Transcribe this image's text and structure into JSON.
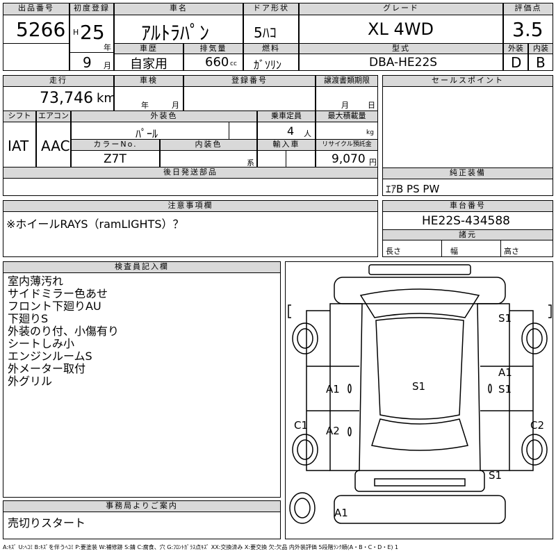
{
  "header": {
    "lot_label": "出品番号",
    "lot_number": "5266",
    "reg_label": "初度登録",
    "reg_era": "H",
    "reg_year": "25",
    "reg_year_unit": "年",
    "reg_month": "9",
    "reg_month_unit": "月",
    "car_name_label": "車名",
    "car_name": "ｱﾙﾄﾗﾊﾟﾝ",
    "door_label": "ドア形状",
    "door": "5ﾊｺ",
    "grade_label": "グレード",
    "grade": "XL 4WD",
    "score_label": "評価点",
    "score": "3.5",
    "history_label": "車歴",
    "history": "自家用",
    "displacement_label": "排気量",
    "displacement": "660",
    "displacement_unit": "cc",
    "fuel_label": "燃料",
    "fuel": "ｶﾞｿﾘﾝ",
    "model_label": "型式",
    "model": "DBA-HE22S",
    "exterior_label": "外装",
    "exterior_grade": "D",
    "interior_label": "内装",
    "interior_grade": "B"
  },
  "details": {
    "mileage_label": "走行",
    "mileage": "73,746",
    "mileage_unit": "km",
    "inspection_label": "車検",
    "inspection_year_unit": "年",
    "inspection_month_unit": "月",
    "plate_label": "登録番号",
    "transfer_label": "譲渡書類期限",
    "transfer_month_unit": "月",
    "transfer_day_unit": "日",
    "shift_label": "シフト",
    "shift": "IAT",
    "aircon_label": "エアコン",
    "aircon": "AAC",
    "color_label": "外装色",
    "color": "ﾊﾟｰﾙ",
    "seats_label": "乗車定員",
    "seats": "4",
    "seats_unit": "人",
    "load_label": "最大積載量",
    "load_unit": "kg",
    "color_no_label": "カラーNo.",
    "color_no": "Z7T",
    "interior_color_label": "内装色",
    "interior_color_unit": "系",
    "import_label": "輸入車",
    "recycle_label": "リサイクル預託金",
    "recycle": "9,070",
    "recycle_unit": "円",
    "later_parts_label": "後日発送部品"
  },
  "sales_points_label": "セールスポイント",
  "equipment_label": "純正装備",
  "equipment": "ｴｱB PS PW",
  "caution_label": "注意事項欄",
  "caution": "※ホイールRAYS（ramLIGHTS）？",
  "chassis_label": "車台番号",
  "chassis": "HE22S-434588",
  "specs_label": "諸元",
  "length_label": "長さ",
  "width_label": "幅",
  "height_label": "高さ",
  "inspector_label": "検査員記入欄",
  "inspector_notes": [
    "室内薄汚れ",
    "サイドミラー色あせ",
    "フロント下廻りAU",
    "下廻りS",
    "外装のり付、小傷有り",
    "シートしみ小",
    "エンジンルームS",
    "外メーター取付",
    "外グリル"
  ],
  "office_label": "事務局よりご案内",
  "office_note": "売切りスタート",
  "damage": {
    "s1_left_front": "S1",
    "s1_roof": "S1",
    "a1_left_door": "A1",
    "a2_left_rear": "A2",
    "a1_right_door": "A1",
    "s1_right_door": "S1",
    "c1": "C1",
    "c2": "C2",
    "s1_right_rear": "S1",
    "a1_bottom": "A1"
  },
  "legend": "A:ｷｽﾞ U:ﾍｺﾐ B:ｷｽﾞを伴うﾍｺﾐ P:要塗装 W:補修跡 S:錆 C:腐食、穴 G:ﾌﾛﾝﾄｶﾞﾗｽ点ｷｽﾞ XX:交換済み X:要交換 欠:欠品 内外装評価 5段階ﾗﾝｸ順(A・B・C・D・E) 1"
}
